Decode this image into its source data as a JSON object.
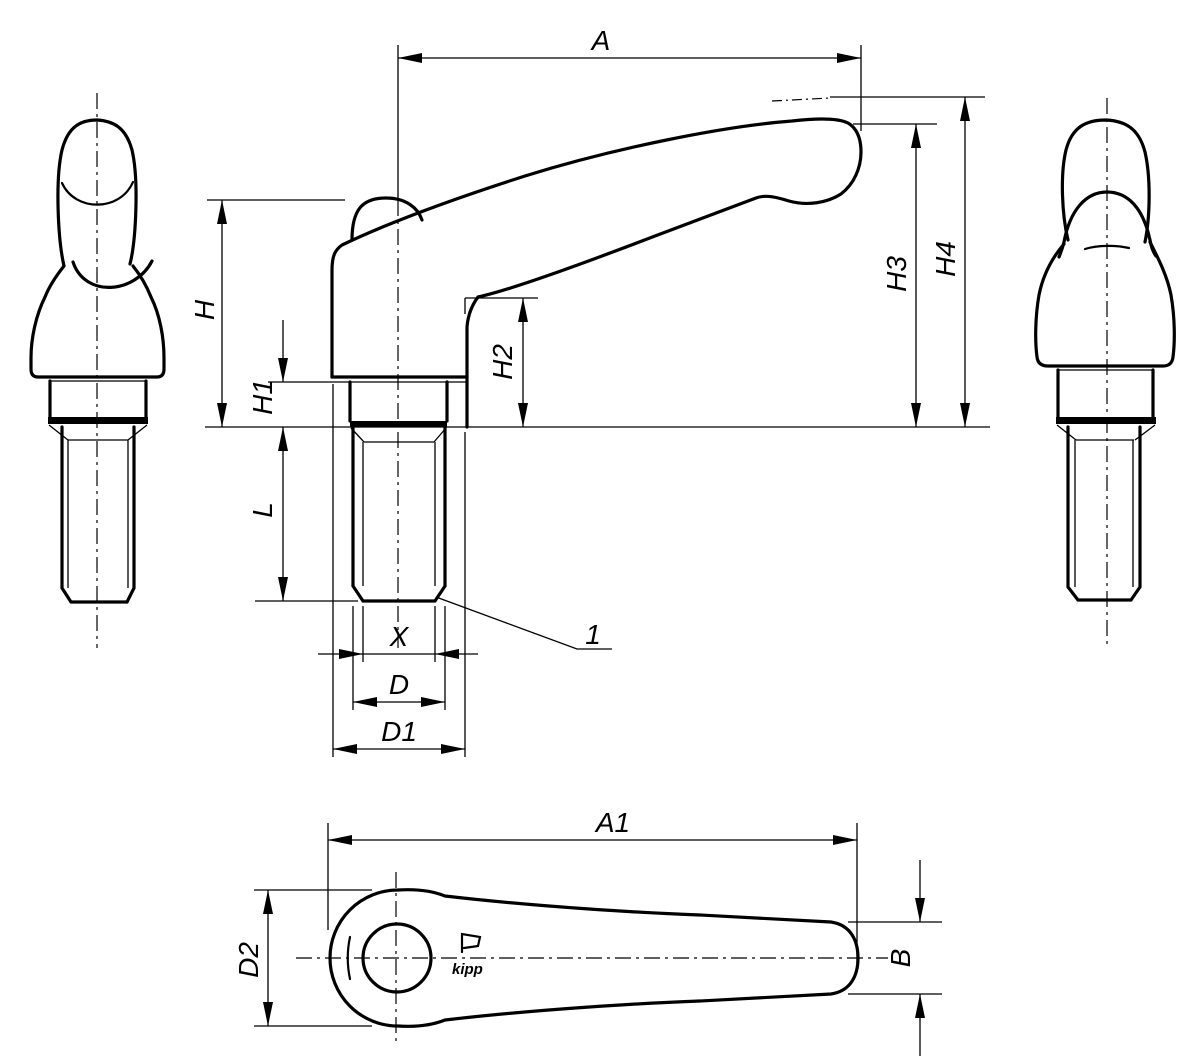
{
  "colors": {
    "line": "#000000",
    "background": "#ffffff"
  },
  "dimensions": {
    "A": "A",
    "H": "H",
    "H1": "H1",
    "H2": "H2",
    "H3": "H3",
    "H4": "H4",
    "L": "L",
    "X": "X",
    "D": "D",
    "D1": "D1",
    "A1": "A1",
    "D2": "D2",
    "B": "B"
  },
  "callout": {
    "item": "1"
  },
  "logo": {
    "text": "kipp"
  }
}
